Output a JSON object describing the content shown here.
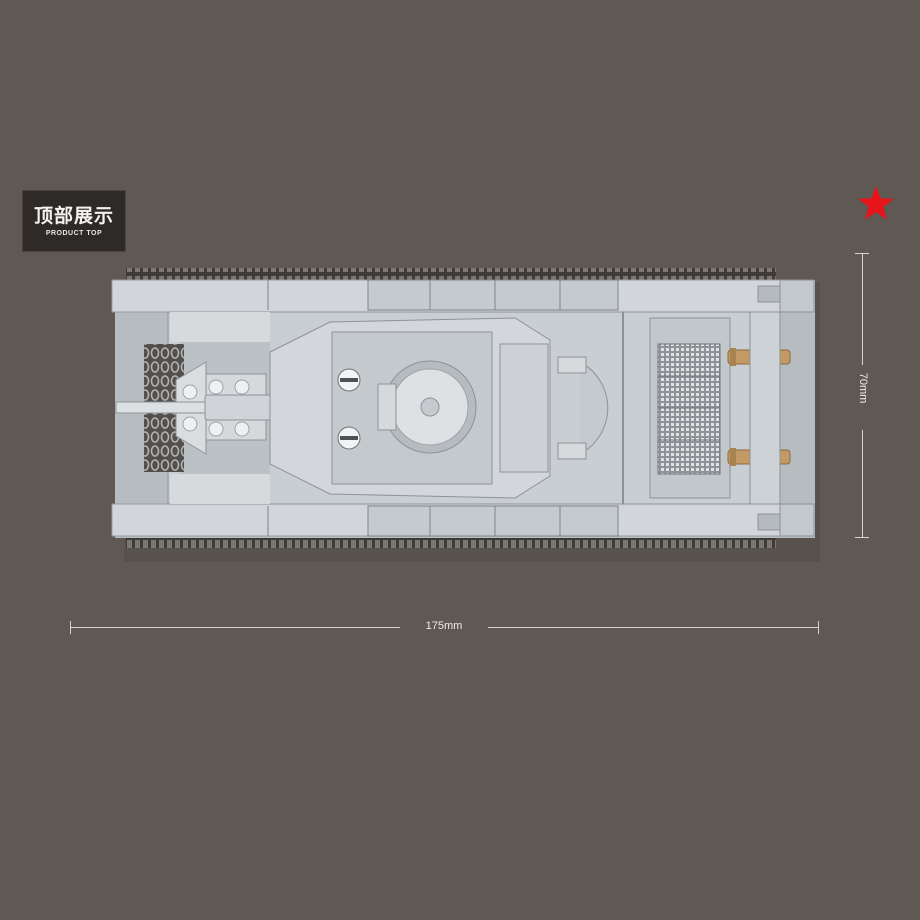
{
  "badge": {
    "title": "顶部展示",
    "subtitle": "PRODUCT TOP"
  },
  "dimensions": {
    "length": "175mm",
    "width": "70mm"
  },
  "colors": {
    "background": "#5f5853",
    "tank": "#c9ced3",
    "star": "#e8141b"
  },
  "icons": {
    "star": "red-star-icon"
  }
}
